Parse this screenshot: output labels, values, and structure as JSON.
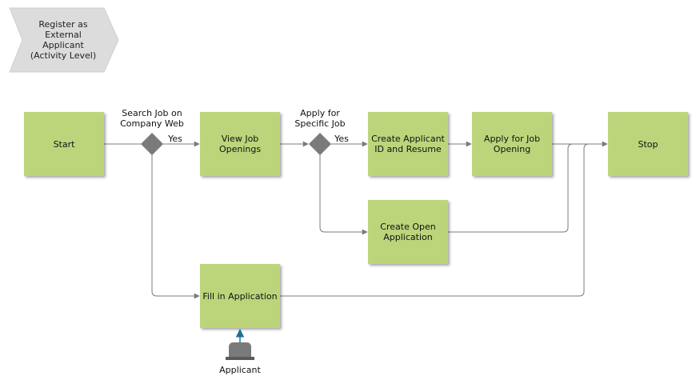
{
  "title": "Register as\nExternal\nApplicant\n(Activity Level)",
  "nodes": {
    "start": "Start",
    "view_job": "View Job\nOpenings",
    "create_id": "Create Applicant\nID and Resume",
    "apply_job": "Apply for Job\nOpening",
    "stop": "Stop",
    "open_app": "Create Open\nApplication",
    "fill_app": "Fill in Application"
  },
  "gateways": {
    "search": "Search Job on\nCompany Web",
    "apply_specific": "Apply for\nSpecific Job"
  },
  "edge_labels": {
    "yes1": "Yes",
    "yes2": "Yes"
  },
  "actor": "Applicant",
  "colors": {
    "activity": "#bcd57b",
    "gateway": "#7a7a7a",
    "title_shape": "#dcdcdc",
    "connector": "#7a7a7a",
    "actor_arrow": "#1f6f9a"
  }
}
